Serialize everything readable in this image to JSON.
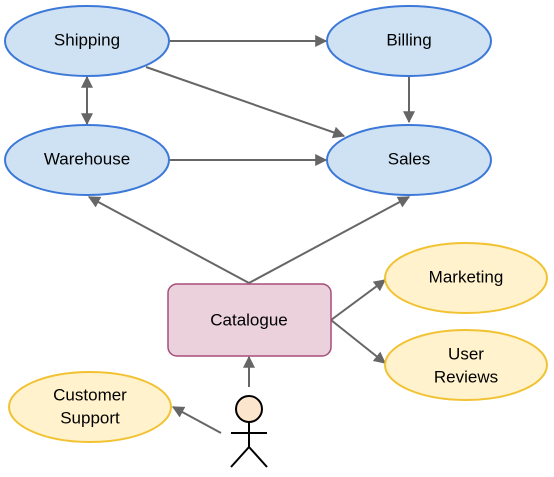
{
  "colors": {
    "blue_fill": "#cfe2f3",
    "blue_stroke": "#3c78d8",
    "pink_fill": "#ead1dc",
    "pink_stroke": "#a64d79",
    "yellow_fill": "#fff2cc",
    "yellow_stroke": "#f1c232",
    "arrow": "#666666",
    "actor_head_fill": "#fce5cd"
  },
  "nodes": {
    "shipping": "Shipping",
    "billing": "Billing",
    "warehouse": "Warehouse",
    "sales": "Sales",
    "catalogue": "Catalogue",
    "marketing": "Marketing",
    "user_reviews": [
      "User",
      "Reviews"
    ],
    "customer_support": [
      "Customer",
      "Support"
    ]
  },
  "actor": {
    "icon": "stick-figure-user-icon"
  },
  "edges": [
    {
      "from": "shipping",
      "to": "billing",
      "direction": "forward"
    },
    {
      "from": "shipping",
      "to": "sales",
      "direction": "forward"
    },
    {
      "from": "billing",
      "to": "sales",
      "direction": "forward"
    },
    {
      "from": "shipping",
      "to": "warehouse",
      "direction": "both"
    },
    {
      "from": "warehouse",
      "to": "sales",
      "direction": "forward"
    },
    {
      "from": "catalogue",
      "to": "warehouse",
      "direction": "forward"
    },
    {
      "from": "catalogue",
      "to": "sales",
      "direction": "forward"
    },
    {
      "from": "catalogue",
      "to": "marketing",
      "direction": "forward"
    },
    {
      "from": "catalogue",
      "to": "user_reviews",
      "direction": "forward"
    },
    {
      "from": "user",
      "to": "catalogue",
      "direction": "forward"
    },
    {
      "from": "user",
      "to": "customer_support",
      "direction": "forward"
    }
  ]
}
